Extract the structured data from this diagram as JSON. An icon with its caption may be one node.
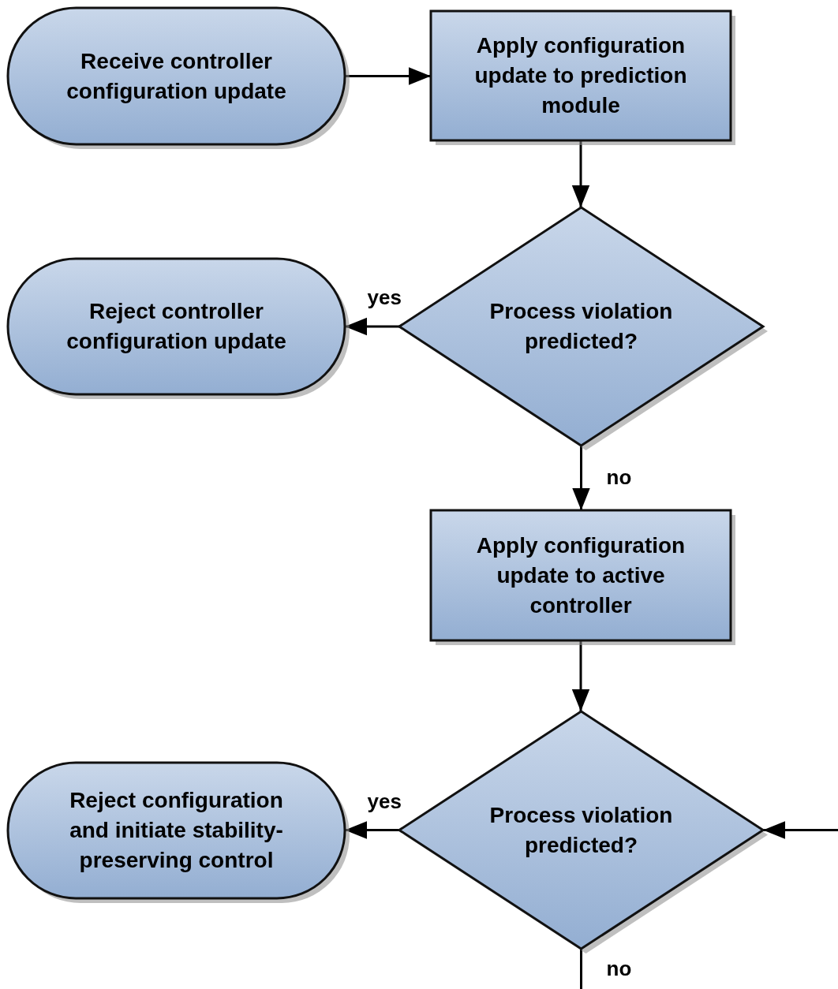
{
  "diagram": {
    "nodes": [
      {
        "text": [
          "Receive controller configuration update"
        ]
      },
      {
        "text": [
          "Apply configuration update to prediction module"
        ]
      },
      {
        "text": [
          "Reject controller configuration update"
        ]
      },
      {
        "text": [
          "Process violation predicted?"
        ]
      },
      {
        "text": [
          "Apply configuration update to active controller"
        ]
      },
      {
        "text": [
          "Reject configuration and initiate stability-preserving control"
        ]
      },
      {
        "text": [
          "Process violation predicted?"
        ]
      }
    ],
    "edges": [
      {
        "from": 0,
        "to": 1,
        "arrow": "to"
      },
      {
        "from": 1,
        "to": 3,
        "arrow": "to"
      },
      {
        "from": 3,
        "to": 2,
        "arrow": "to",
        "label": "yes"
      },
      {
        "from": 3,
        "to": 4,
        "arrow": "to",
        "label": "no"
      },
      {
        "from": 4,
        "to": 6,
        "arrow": "to"
      },
      {
        "from": 6,
        "to": 5,
        "arrow": "to",
        "label": "yes"
      },
      {
        "from": null,
        "to": 6,
        "arrow": "to"
      },
      {
        "from": 6,
        "to": null,
        "arrow": "none",
        "label": "no"
      }
    ]
  }
}
